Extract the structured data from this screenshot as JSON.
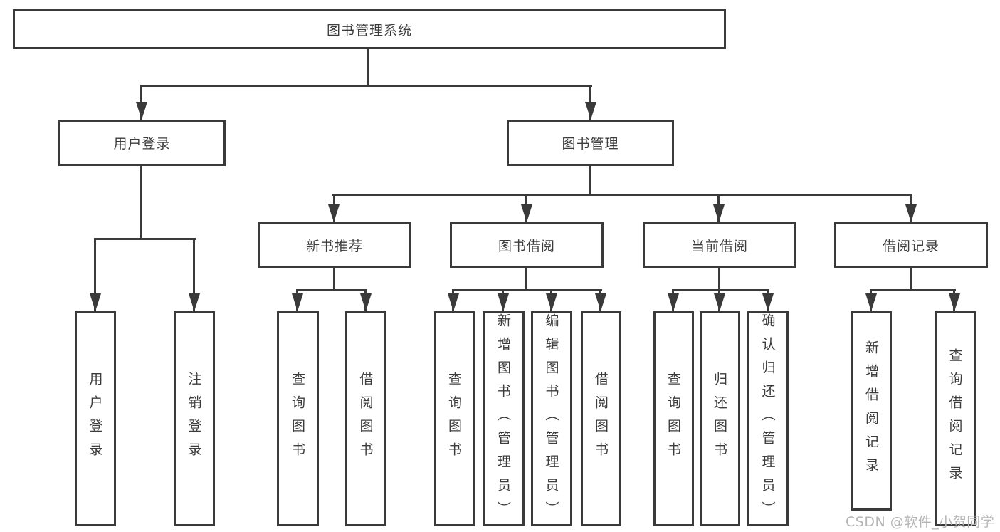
{
  "tree": {
    "root": {
      "label": "图书管理系统",
      "children": [
        {
          "label": "用户登录",
          "children": [
            {
              "label": "用户登录"
            },
            {
              "label": "注销登录"
            }
          ]
        },
        {
          "label": "图书管理",
          "children": [
            {
              "label": "新书推荐",
              "children": [
                {
                  "label": "查询图书"
                },
                {
                  "label": "借阅图书"
                }
              ]
            },
            {
              "label": "图书借阅",
              "children": [
                {
                  "label": "查询图书"
                },
                {
                  "label": "新增图书（管理员）"
                },
                {
                  "label": "编辑图书（管理员）"
                },
                {
                  "label": "借阅图书"
                }
              ]
            },
            {
              "label": "当前借阅",
              "children": [
                {
                  "label": "查询图书"
                },
                {
                  "label": "归还图书"
                },
                {
                  "label": "确认归还（管理员）"
                }
              ]
            },
            {
              "label": "借阅记录",
              "children": [
                {
                  "label": "新增借阅记录"
                },
                {
                  "label": "查询借阅记录"
                }
              ]
            }
          ]
        }
      ]
    }
  },
  "watermark": {
    "text": "CSDN @软件_小贺同学"
  },
  "colors": {
    "line": "#3a3a3a",
    "text": "#3c3c3c",
    "background": "#ffffff",
    "watermark": "#b5b5b5"
  }
}
